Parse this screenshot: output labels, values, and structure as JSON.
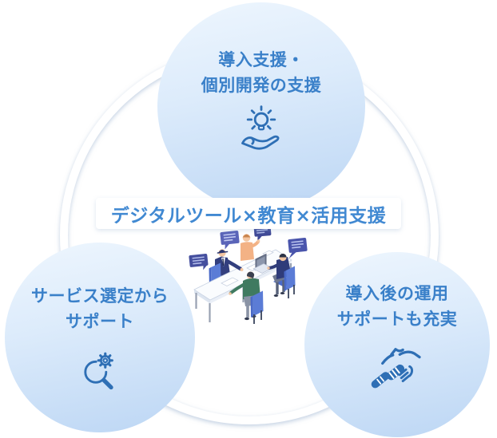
{
  "center_label": {
    "text": "デジタルツール×教育×活用支援"
  },
  "circles": {
    "top": {
      "line1": "導入支援・",
      "line2": "個別開発の支援",
      "icon": "idea-hand-icon"
    },
    "bottom_left": {
      "line1": "サービス選定から",
      "line2": "サポート",
      "icon": "gear-search-icon"
    },
    "bottom_right": {
      "line1": "導入後の運用",
      "line2": "サポートも充実",
      "icon": "handshake-icon"
    }
  },
  "colors": {
    "circle_text": "#3a80c9",
    "label_text": "#4189d2",
    "icon_stroke": "#2e6fb5",
    "circle_gradient_start": "#eef6fe",
    "circle_gradient_end": "#bcd6f4",
    "ring": "#ffffff",
    "label_bg": "#ffffff"
  },
  "illustration": {
    "description": "isometric meeting: four people around a white table with laptops and speech bubbles"
  }
}
